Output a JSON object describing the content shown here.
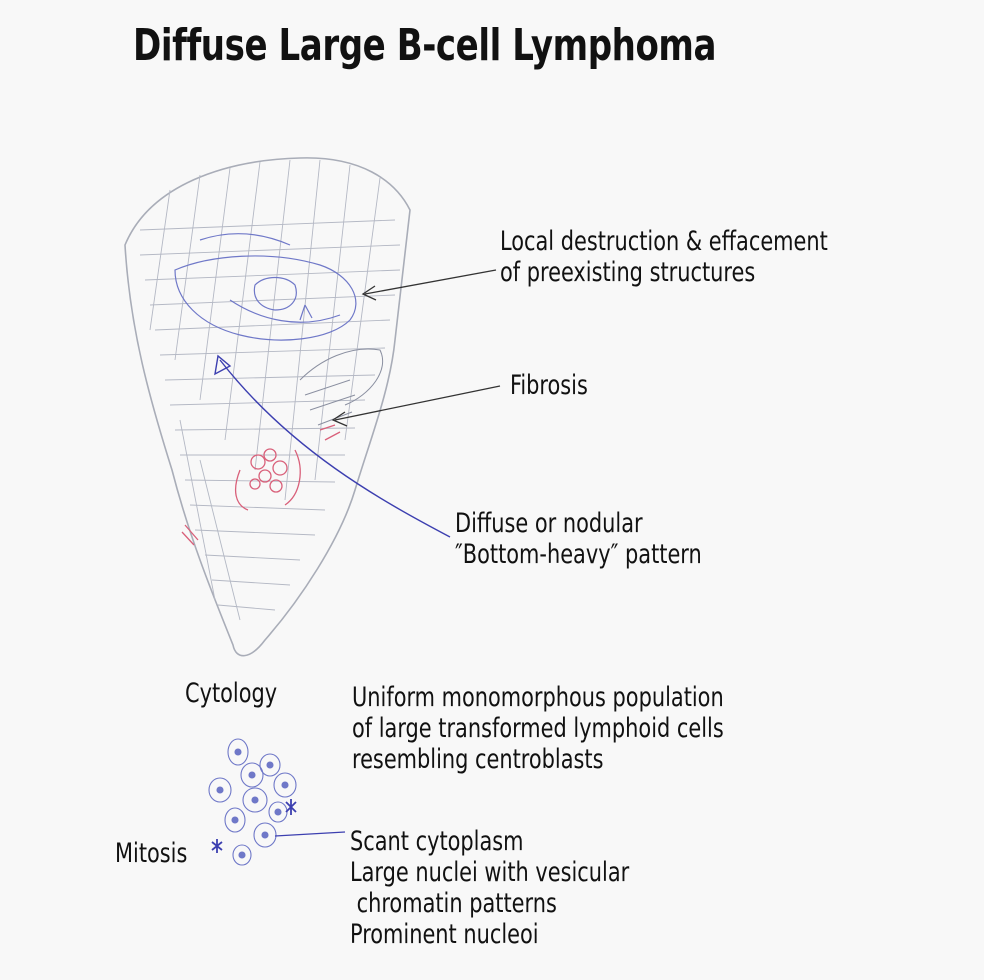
{
  "title": "Diffuse Large B-cell Lymphoma",
  "annotations": {
    "destruction": [
      "Local destruction & effacement",
      "of preexisting structures"
    ],
    "fibrosis": "Fibrosis",
    "pattern": [
      "Diffuse or nodular",
      "″Bottom-heavy″ pattern"
    ],
    "cytology_heading": "Cytology",
    "cytology": [
      "Uniform monomorphous population",
      "of large transformed lymphoid cells",
      "resembling centroblasts"
    ],
    "mitosis": "Mitosis",
    "cell_features": [
      "Scant cytoplasm",
      "Large nuclei with vesicular",
      " chromatin patterns",
      "Prominent nucleoi"
    ]
  },
  "colors": {
    "sketch_grey": "#a9adb8",
    "sketch_blue": "#6f78c8",
    "stain_red": "#d9607a",
    "arrow_dark": "#333333",
    "arrow_blue": "#3c3fb0"
  }
}
